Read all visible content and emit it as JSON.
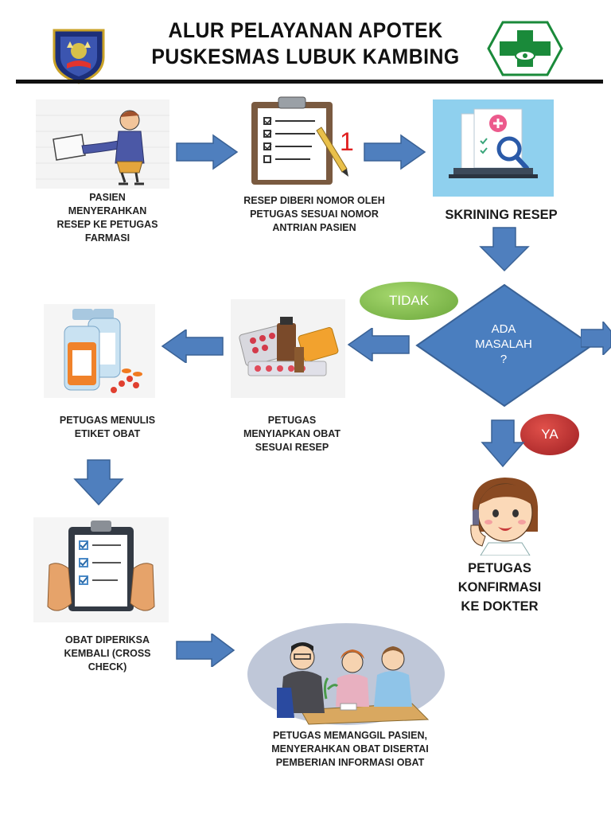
{
  "title": {
    "line1": "ALUR PELAYANAN APOTEK",
    "line2": "PUSKESMAS LUBUK KAMBING"
  },
  "steps": {
    "s1": {
      "line1": "PASIEN",
      "line2": "MENYERAHKAN",
      "line3": "RESEP KE PETUGAS",
      "line4": "FARMASI"
    },
    "s2": {
      "line1": "RESEP DIBERI NOMOR OLEH",
      "line2": "PETUGAS SESUAI NOMOR",
      "line3": "ANTRIAN PASIEN",
      "badge": "1"
    },
    "s3": {
      "line1": "SKRINING RESEP"
    },
    "decision": {
      "line1": "ADA",
      "line2": "MASALAH",
      "line3": "?"
    },
    "no_label": "TIDAK",
    "yes_label": "YA",
    "s4": {
      "line1": "PETUGAS",
      "line2": "MENYIAPKAN OBAT",
      "line3": "SESUAI RESEP"
    },
    "s5": {
      "line1": "PETUGAS MENULIS",
      "line2": "ETIKET OBAT"
    },
    "s6": {
      "line1": "PETUGAS",
      "line2": "KONFIRMASI",
      "line3": "KE DOKTER"
    },
    "s7": {
      "line1": "OBAT DIPERIKSA",
      "line2": "KEMBALI (CROSS",
      "line3": "CHECK)"
    },
    "s8": {
      "line1": "PETUGAS MEMANGGIL PASIEN,",
      "line2": "MENYERAHKAN OBAT DISERTAI",
      "line3": "PEMBERIAN INFORMASI OBAT"
    }
  },
  "colors": {
    "arrow": "#4f7fbe",
    "arrow_stroke": "#3a6296",
    "decision": "#4a7ebf",
    "no_pill": "#7ab648",
    "yes_pill": "#b5282a",
    "rule": "#111111"
  },
  "icons": [
    "regional-emblem-icon",
    "puskesmas-logo-icon"
  ]
}
